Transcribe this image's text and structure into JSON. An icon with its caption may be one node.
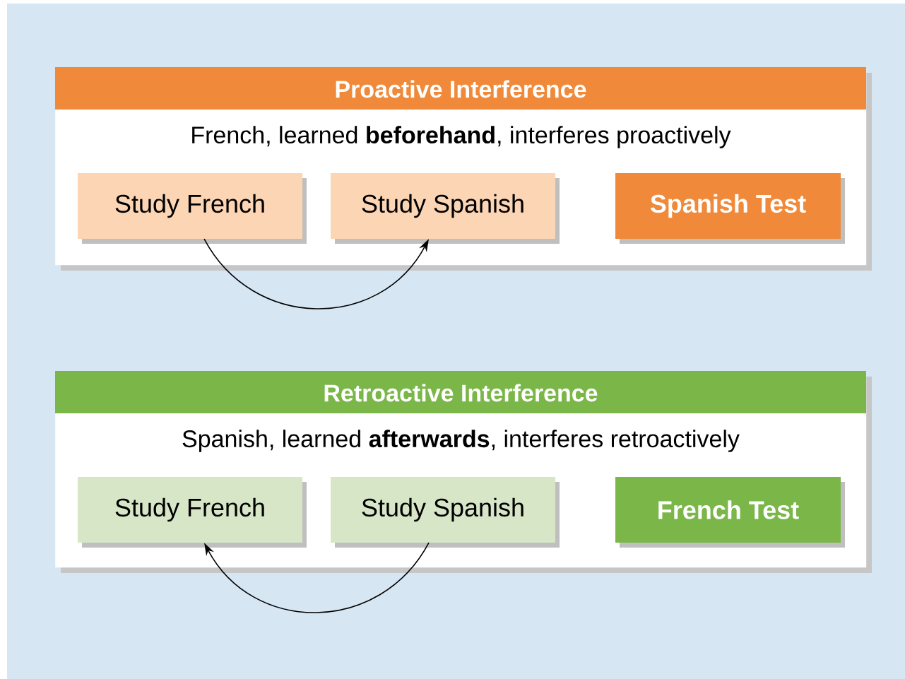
{
  "diagram": {
    "nodes": [
      {
        "text": [
          "Proactive Interference",
          "French, learned **beforehand**, interferes proactively"
        ]
      },
      {
        "text": [
          "Study French"
        ],
        "in": 0
      },
      {
        "text": [
          "Study Spanish"
        ],
        "in": 0
      },
      {
        "text": [
          "Spanish Test"
        ],
        "in": 0
      },
      {
        "text": [
          "Retroactive Interference",
          "Spanish, learned **afterwards**, interferes retroactively"
        ]
      },
      {
        "text": [
          "Study French"
        ],
        "in": 4
      },
      {
        "text": [
          "Study Spanish"
        ],
        "in": 4
      },
      {
        "text": [
          "French Test"
        ],
        "in": 4
      }
    ],
    "edges": [
      {
        "from": 1,
        "to": 2,
        "arrow": "to"
      },
      {
        "from": 6,
        "to": 5,
        "arrow": "to"
      }
    ]
  }
}
